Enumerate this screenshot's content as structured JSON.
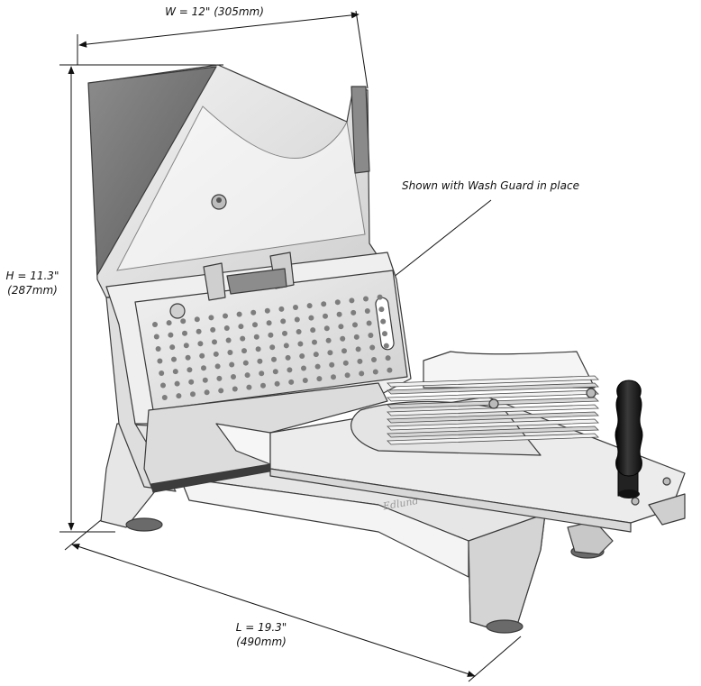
{
  "dimensions": {
    "width": {
      "label": "W = 12\" (305mm)"
    },
    "height": {
      "line1": "H = 11.3\"",
      "line2": "(287mm)"
    },
    "length": {
      "line1": "L = 19.3\"",
      "line2": "(490mm)"
    }
  },
  "callout": {
    "text": "Shown with Wash Guard in place"
  },
  "brand": {
    "logo_text": "Edlund"
  },
  "colors": {
    "line": "#111111",
    "metal_light": "#ececec",
    "metal_mid": "#c9c9c9",
    "metal_dark": "#7a7a7a",
    "handle": "#1a1a1a"
  }
}
